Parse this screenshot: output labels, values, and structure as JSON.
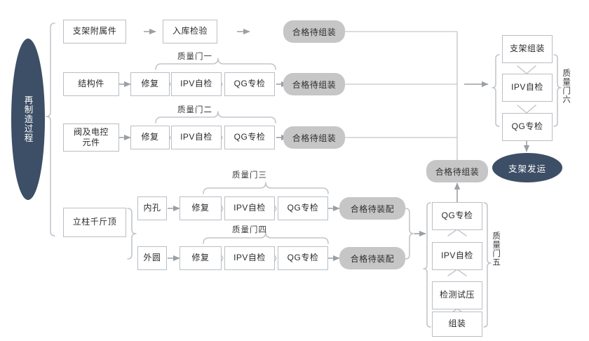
{
  "diagram": {
    "title_node": "再制造过程",
    "end_node": "支架发运",
    "gates": {
      "g1": "质量门一",
      "g2": "质量门二",
      "g3": "质量门三",
      "g4": "质量门四",
      "g5": "质量门五",
      "g6": "质量门六"
    },
    "common": {
      "repair": "修复",
      "ipv": "IPV自检",
      "qg": "QG专检",
      "ready_assemble": "合格待组装",
      "ready_fit": "合格待装配"
    },
    "row1": {
      "input": "支架附属件",
      "step2": "入库检验",
      "output": "合格待组装"
    },
    "row2": {
      "input": "结构件",
      "repair": "修复",
      "ipv": "IPV自检",
      "qg": "QG专检",
      "output": "合格待组装"
    },
    "row3": {
      "input": "阀及电控元件",
      "input_line1": "阀及电控",
      "input_line2": "元件",
      "repair": "修复",
      "ipv": "IPV自检",
      "qg": "QG专检",
      "output": "合格待组装"
    },
    "branch": {
      "input": "立柱千斤顶",
      "sub1": "内孔",
      "sub2": "外圆",
      "row_a": {
        "repair": "修复",
        "ipv": "IPV自检",
        "qg": "QG专检",
        "output": "合格待装配"
      },
      "row_b": {
        "repair": "修复",
        "ipv": "IPV自检",
        "qg": "QG专检",
        "output": "合格待装配"
      }
    },
    "column_bottom": {
      "step1": "组装",
      "step2": "检测试压",
      "step3": "IPV自检",
      "step4": "QG专检",
      "output": "合格待组装"
    },
    "column_right": {
      "step1": "支架组装",
      "step2": "IPV自检",
      "step3": "QG专检"
    },
    "colors": {
      "navy": "#3d4f66",
      "pill_gray": "#c6c6c6",
      "box_border": "#b9bec4",
      "line": "#b5babf"
    }
  }
}
